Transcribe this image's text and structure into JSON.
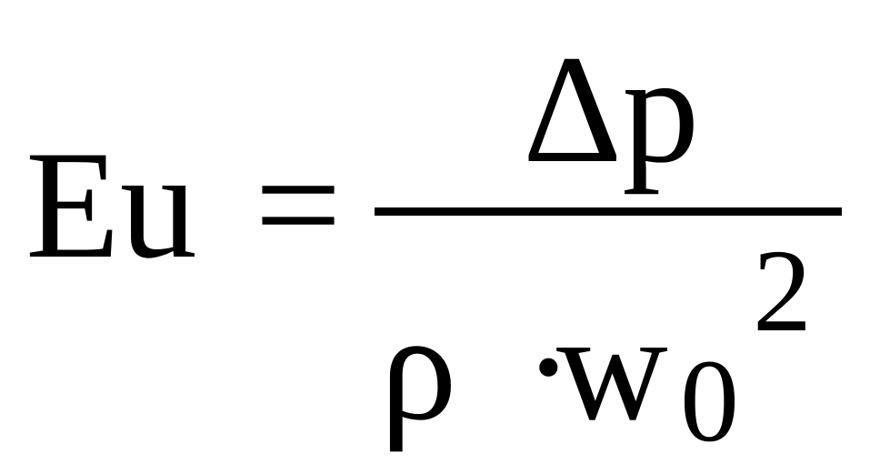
{
  "formula": {
    "lhs": "Eu",
    "equals": "=",
    "numerator": "Δp",
    "denominator": {
      "rho": "ρ",
      "dot": "·",
      "velocity": "w",
      "subscript": "0",
      "exponent": "2"
    }
  }
}
